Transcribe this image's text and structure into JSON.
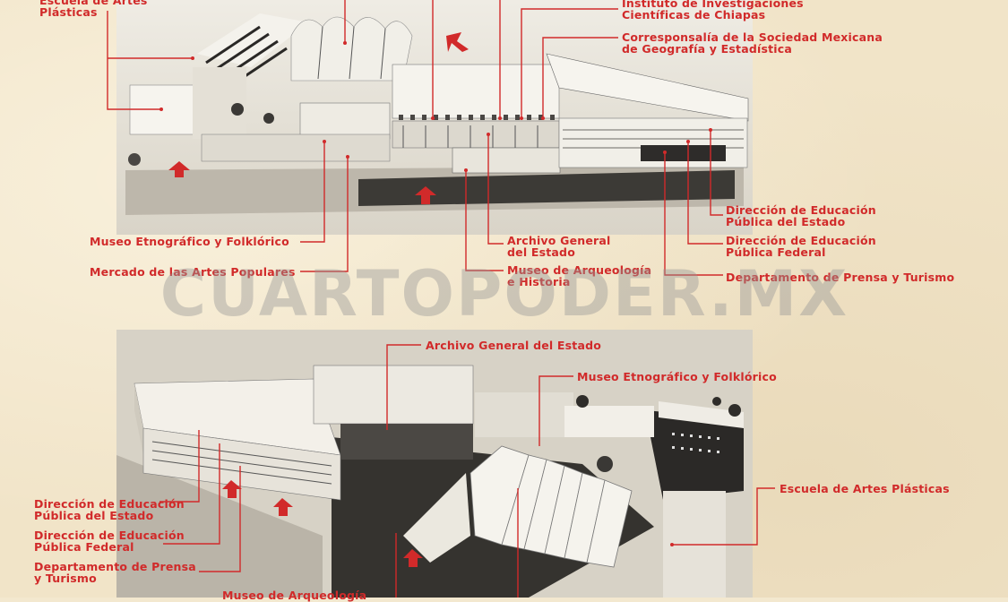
{
  "top_labels": {
    "escuela_artes": "Escuela de Artes\nPlásticas",
    "instituto": "Instituto de Investigaciones\nCientíficas de Chiapas",
    "corresponsalia": "Corresponsalía de la Sociedad Mexicana\nde Geografía y Estadística",
    "museo_etnografico": "Museo Etnográfico y Folklórico",
    "mercado": "Mercado de las Artes Populares",
    "archivo": "Archivo General\ndel Estado",
    "museo_arqueologia": "Museo de Arqueología\ne Historia",
    "dir_edu_estado": "Dirección de Educación\nPública del Estado",
    "dir_edu_federal": "Dirección de Educación\nPública Federal",
    "depto_prensa": "Departamento de Prensa y Turismo"
  },
  "bottom_labels": {
    "archivo": "Archivo General del Estado",
    "museo_etnografico": "Museo Etnográfico y Folklórico",
    "escuela_artes": "Escuela de Artes Plásticas",
    "dir_edu_estado": "Dirección de Educación\nPública del Estado",
    "dir_edu_federal": "Dirección de Educación\nPública Federal",
    "depto_prensa": "Departamento de Prensa\ny Turismo",
    "museo_arqueologia": "Museo de Arqueología"
  },
  "watermark": "CUARTOPODER.MX",
  "colors": {
    "callout_red": "#d12a2a",
    "paper": "#f1e4c8"
  }
}
